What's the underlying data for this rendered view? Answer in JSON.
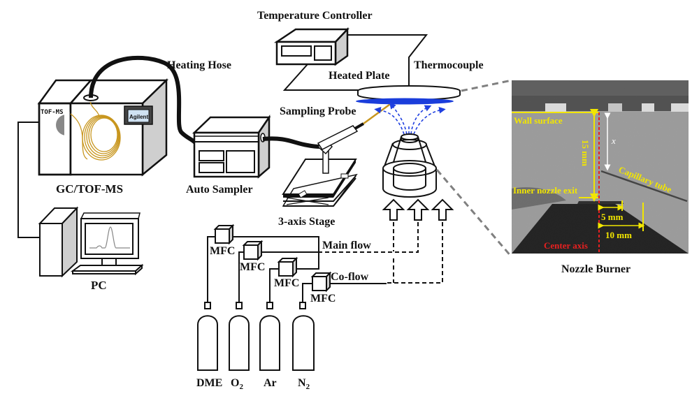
{
  "labels": {
    "temperature_controller": "Temperature Controller",
    "heating_hose": "Heating Hose",
    "thermocouple": "Thermocouple",
    "heated_plate": "Heated Plate",
    "sampling_probe": "Sampling Probe",
    "gc_tof_ms": "GC/TOF-MS",
    "tof_ms_tag": "TOF-MS",
    "agilent_tag": "Agilent",
    "auto_sampler": "Auto Sampler",
    "three_axis_stage": "3-axis Stage",
    "pc": "PC",
    "main_flow": "Main flow",
    "co_flow": "Co-flow",
    "mfc": "MFC",
    "nozzle_burner": "Nozzle Burner"
  },
  "gases": [
    {
      "name": "DME",
      "sub": ""
    },
    {
      "name": "O",
      "sub": "2"
    },
    {
      "name": "Ar",
      "sub": ""
    },
    {
      "name": "N",
      "sub": "2"
    }
  ],
  "photo": {
    "wall_surface": "Wall surface",
    "distance_15": "15 mm",
    "x_symbol": "x",
    "capillary_tube": "Capillary tube",
    "inner_nozzle_exit": "Inner nozzle exit",
    "dim_5": "5 mm",
    "dim_10": "10 mm",
    "center_axis": "Center axis"
  },
  "colors": {
    "line": "#111111",
    "panel_gray": "#c8c8c8",
    "coil_gold": "#c8961e",
    "flame_blue": "#1a3ddb",
    "flow_arrow_blue": "#2040e0",
    "photo_yellow": "#f2e600",
    "photo_red": "#e62020",
    "connector_gray": "#808080"
  }
}
